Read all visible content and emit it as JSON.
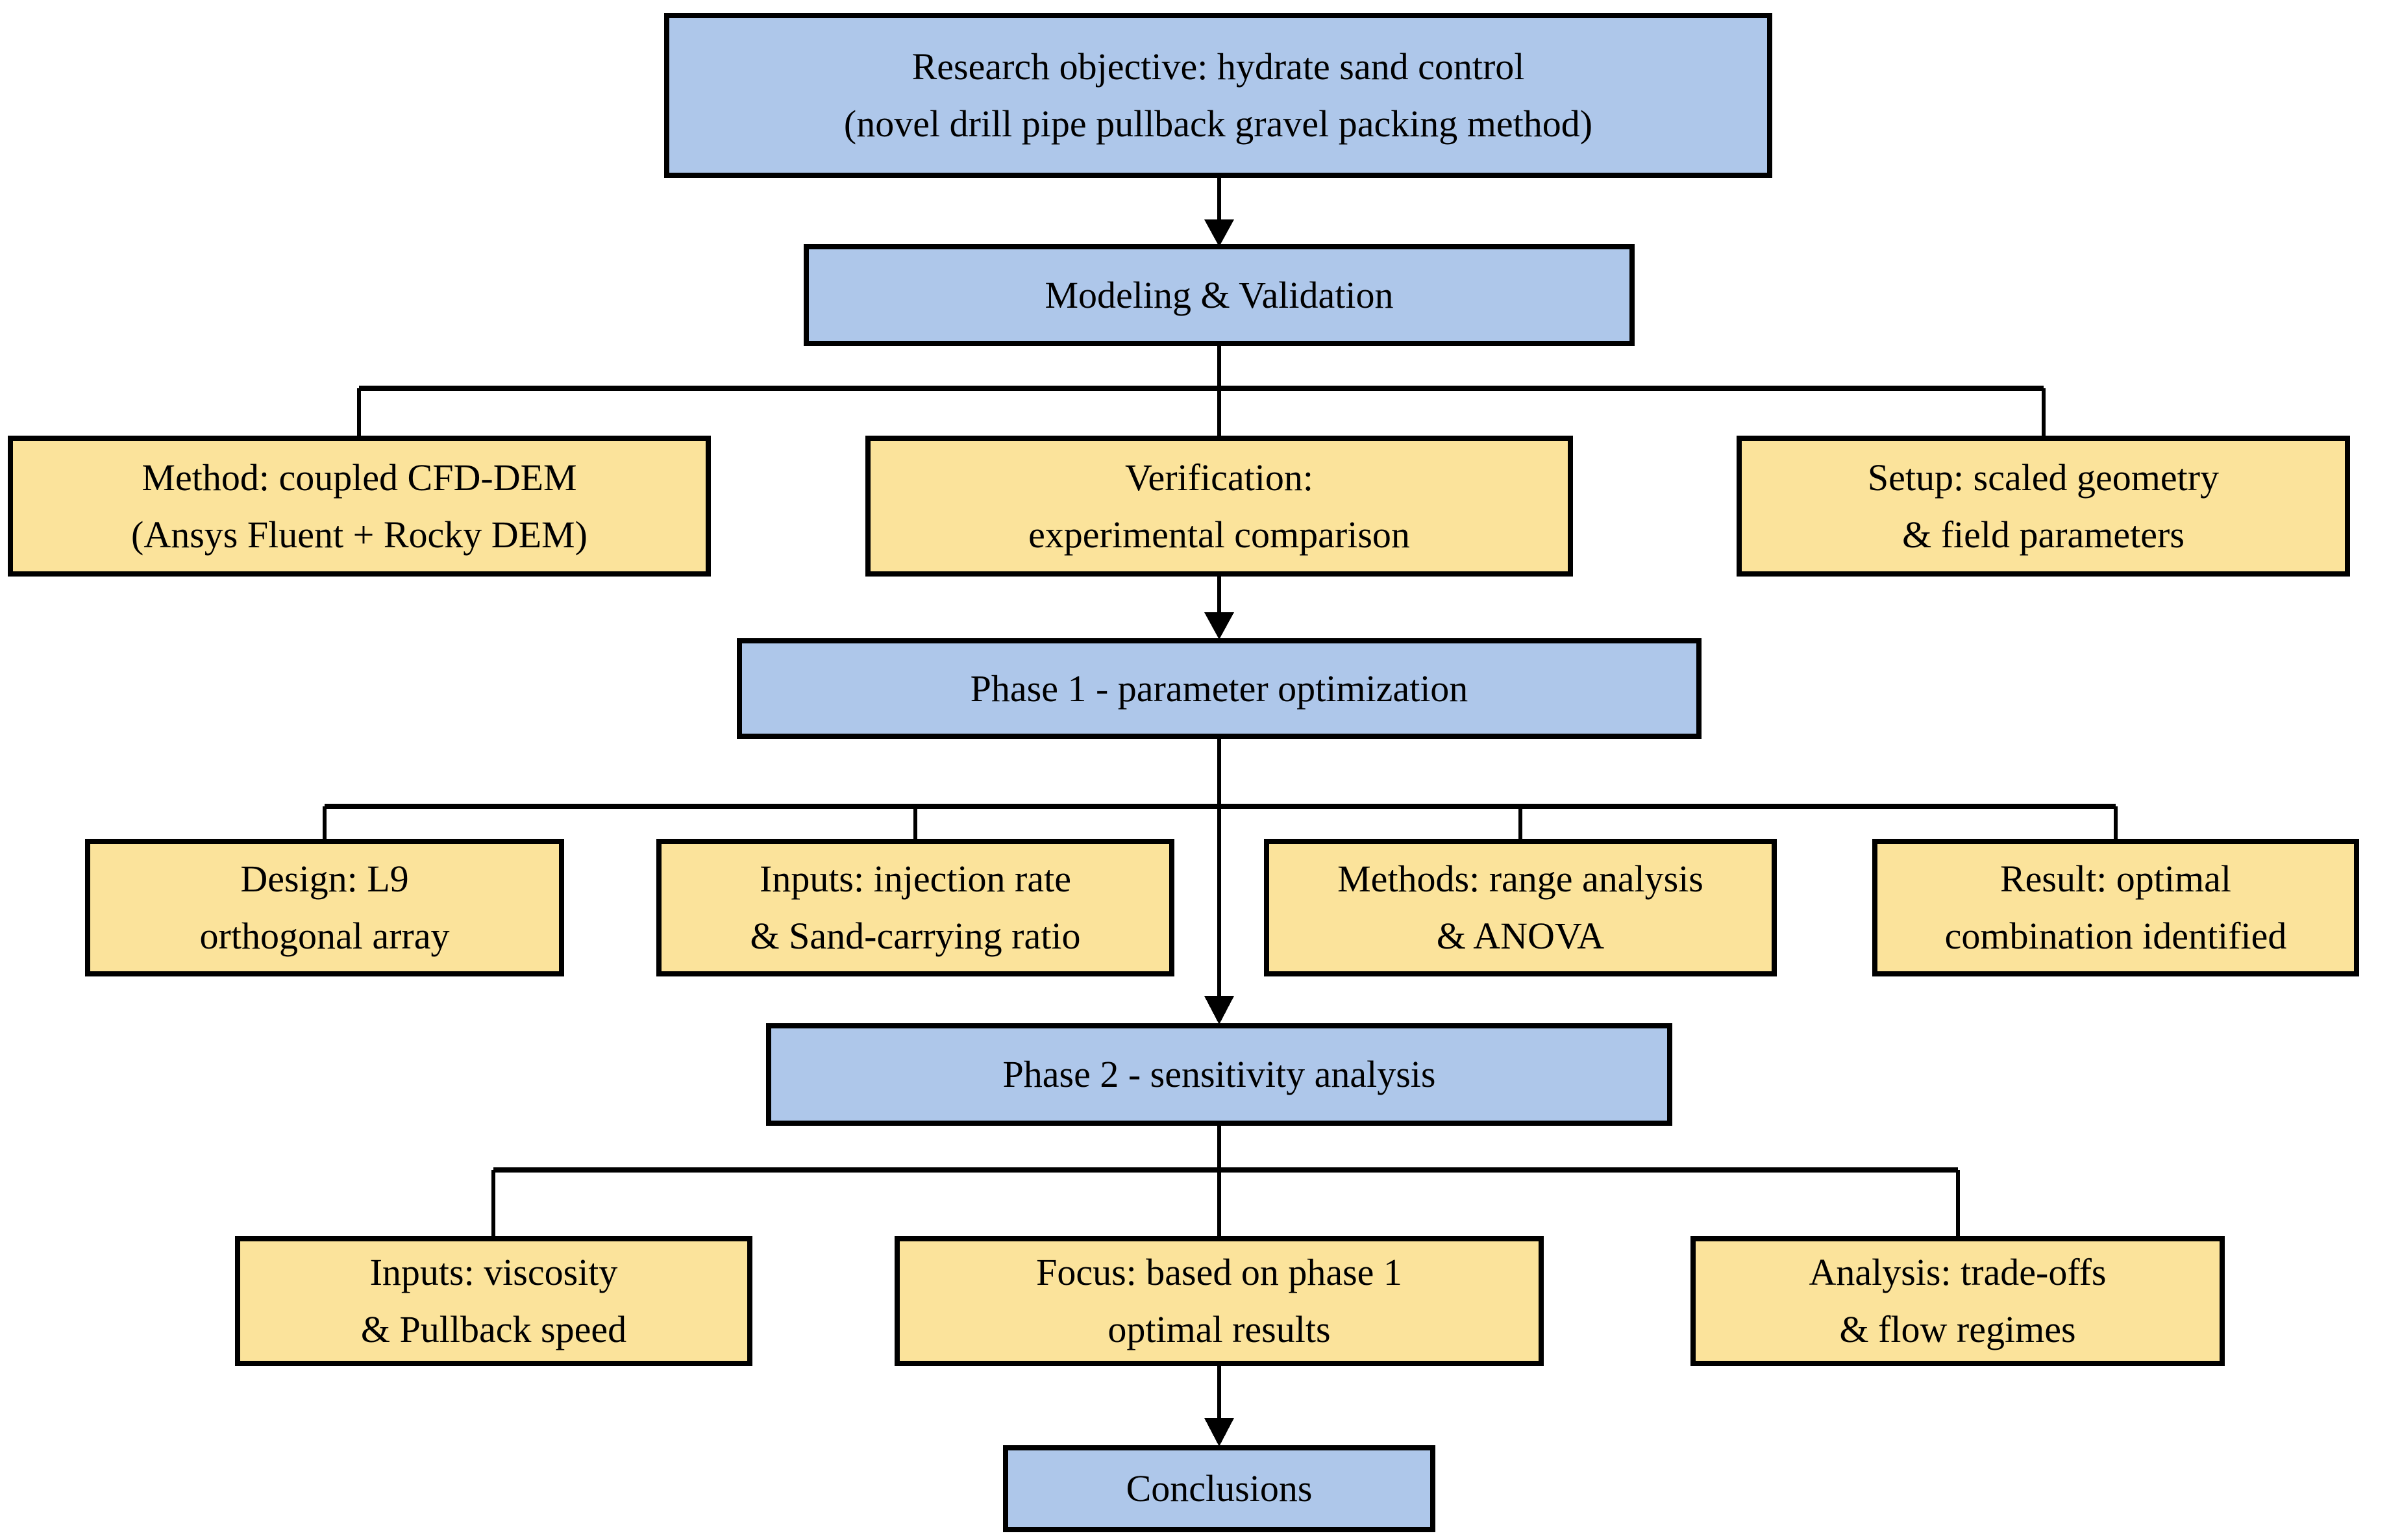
{
  "diagram": {
    "type": "flowchart",
    "description_colors": {
      "primary_box_fill": "#aec7ea",
      "secondary_box_fill": "#fbe39b",
      "border_color": "#000000",
      "background": "#ffffff",
      "text_color": "#000000"
    }
  },
  "nodes": {
    "research": {
      "line1": "Research objective: hydrate sand control",
      "line2": "(novel drill pipe pullback gravel packing method)"
    },
    "modeling": {
      "line1": "Modeling & Validation"
    },
    "method": {
      "line1": "Method: coupled CFD-DEM",
      "line2": "(Ansys Fluent + Rocky DEM)"
    },
    "verification": {
      "line1": "Verification:",
      "line2": "experimental comparison"
    },
    "setup": {
      "line1": "Setup: scaled geometry",
      "line2": "& field parameters"
    },
    "phase1": {
      "line1": "Phase 1 - parameter optimization"
    },
    "design": {
      "line1": "Design: L9",
      "line2": "orthogonal array"
    },
    "inputs_phase1": {
      "line1": "Inputs: injection rate",
      "line2": "& Sand-carrying ratio"
    },
    "methods": {
      "line1": "Methods: range analysis",
      "line2": "& ANOVA"
    },
    "result": {
      "line1": "Result: optimal",
      "line2": "combination identified"
    },
    "phase2": {
      "line1": "Phase 2 - sensitivity analysis"
    },
    "inputs_phase2": {
      "line1": "Inputs: viscosity",
      "line2": "& Pullback speed"
    },
    "focus": {
      "line1": "Focus: based on phase 1",
      "line2": "optimal results"
    },
    "analysis": {
      "line1": "Analysis: trade-offs",
      "line2": "& flow regimes"
    },
    "conclusions": {
      "line1": "Conclusions"
    }
  }
}
